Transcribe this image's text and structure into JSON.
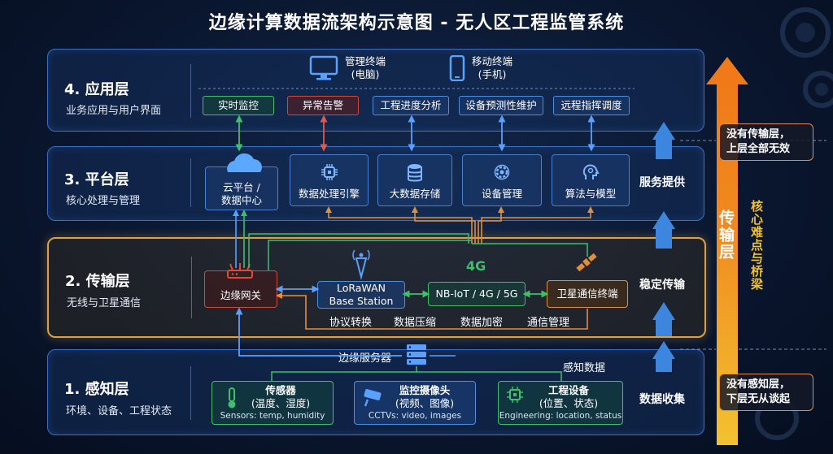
{
  "title": "边缘计算数据流架构示意图 - 无人区工程监管系统",
  "layers": {
    "application": {
      "name": "4. 应用层",
      "desc": "业务应用与用户界面"
    },
    "platform": {
      "name": "3. 平台层",
      "desc": "核心处理与管理"
    },
    "transport": {
      "name": "2. 传输层",
      "desc": "无线与卫星通信"
    },
    "perception": {
      "name": "1. 感知层",
      "desc": "环境、设备、工程状态"
    }
  },
  "application": {
    "terminals": [
      {
        "icon": "monitor-icon",
        "line1": "管理终端",
        "line2": "(电脑)"
      },
      {
        "icon": "mobile-phone-icon",
        "line1": "移动终端",
        "line2": "(手机)"
      }
    ],
    "apps": [
      {
        "label": "实时监控",
        "color": "#3fbf6a"
      },
      {
        "label": "异常告警",
        "color": "#d04a3a"
      },
      {
        "label": "工程进度分析",
        "color": "#4a8fe0"
      },
      {
        "label": "设备预测性维护",
        "color": "#4a8fe0"
      },
      {
        "label": "远程指挥调度",
        "color": "#4a8fe0"
      }
    ]
  },
  "platform": {
    "modules": [
      {
        "icon": "cloud-icon",
        "label": "云平台 /\n数据中心"
      },
      {
        "icon": "chip-icon",
        "label": "数据处理引擎"
      },
      {
        "icon": "database-icon",
        "label": "大数据存储"
      },
      {
        "icon": "gear-icon",
        "label": "设备管理"
      },
      {
        "icon": "brain-head-icon",
        "label": "算法与模型"
      }
    ]
  },
  "transport": {
    "edge_gateway": "边缘网关",
    "lorawan_line1": "LoRaWAN",
    "lorawan_line2": "Base Station",
    "nbiot": "NB-IoT / 4G / 5G",
    "badge_4g": "4G",
    "satellite": "卫星通信终端",
    "functions": [
      "协议转换",
      "数据压缩",
      "数据加密",
      "通信管理"
    ]
  },
  "perception": {
    "edge_server": "边缘服务器",
    "sensing_data": "感知数据",
    "devices": [
      {
        "icon": "thermometer-icon",
        "title": "传感器",
        "sub": "(温度、湿度)",
        "en": "Sensors: temp, humidity"
      },
      {
        "icon": "cctv-camera-icon",
        "title": "监控摄像头",
        "sub": "(视频、图像)",
        "en": "CCTVs: video, images"
      },
      {
        "icon": "chip-icon",
        "title": "工程设备",
        "sub": "(位置、状态)",
        "en": "Engineering: location, status"
      }
    ]
  },
  "side_flow": {
    "service": "服务提供",
    "stable": "稳定传输",
    "collect": "数据收集"
  },
  "big_arrow": {
    "label": "传输层",
    "vertical_note": "核心难点与桥梁"
  },
  "warnings": {
    "top": "没有传输层，\n上层全部无效",
    "bottom": "没有感知层，\n下层无从谈起"
  },
  "colors": {
    "green": "#3fbf6a",
    "orange": "#e0903a",
    "red": "#d04a3a",
    "blue": "#4a8fe0",
    "accent_yellow": "#f2c230"
  }
}
